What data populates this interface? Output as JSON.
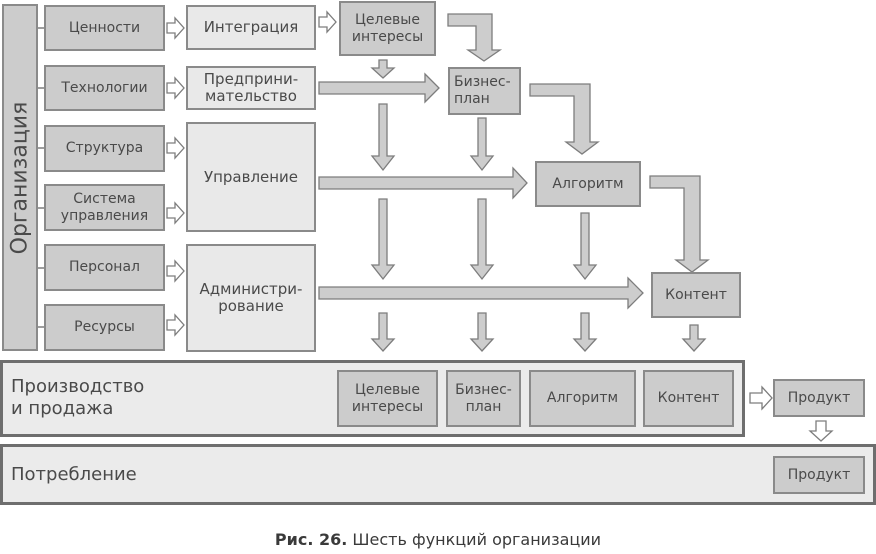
{
  "organization": {
    "label": "Организация",
    "inputs": [
      "Ценности",
      "Технологии",
      "Структура",
      "Система\nуправления",
      "Персонал",
      "Ресурсы"
    ],
    "functions": [
      "Интеграция",
      "Предприни-\nмательство",
      "Управление",
      "Администри-\nрование"
    ],
    "outputs": {
      "target_interests": "Целевые\nинтересы",
      "business_plan": "Бизнес-\nплан",
      "algorithm": "Алгоритм",
      "content": "Контент"
    }
  },
  "production": {
    "label": "Производство\nи продажа",
    "items": [
      "Целевые\nинтересы",
      "Бизнес-\nплан",
      "Алгоритм",
      "Контент"
    ],
    "product": "Продукт"
  },
  "consumption": {
    "label": "Потребление",
    "product": "Продукт"
  },
  "caption": {
    "prefix": "Рис. 26.",
    "text": " Шесть функций организации"
  },
  "colors": {
    "dark_box": "#cccccc",
    "light_box": "#e9e9e9",
    "border": "#8a8a8a",
    "text": "#4a4a4a"
  }
}
